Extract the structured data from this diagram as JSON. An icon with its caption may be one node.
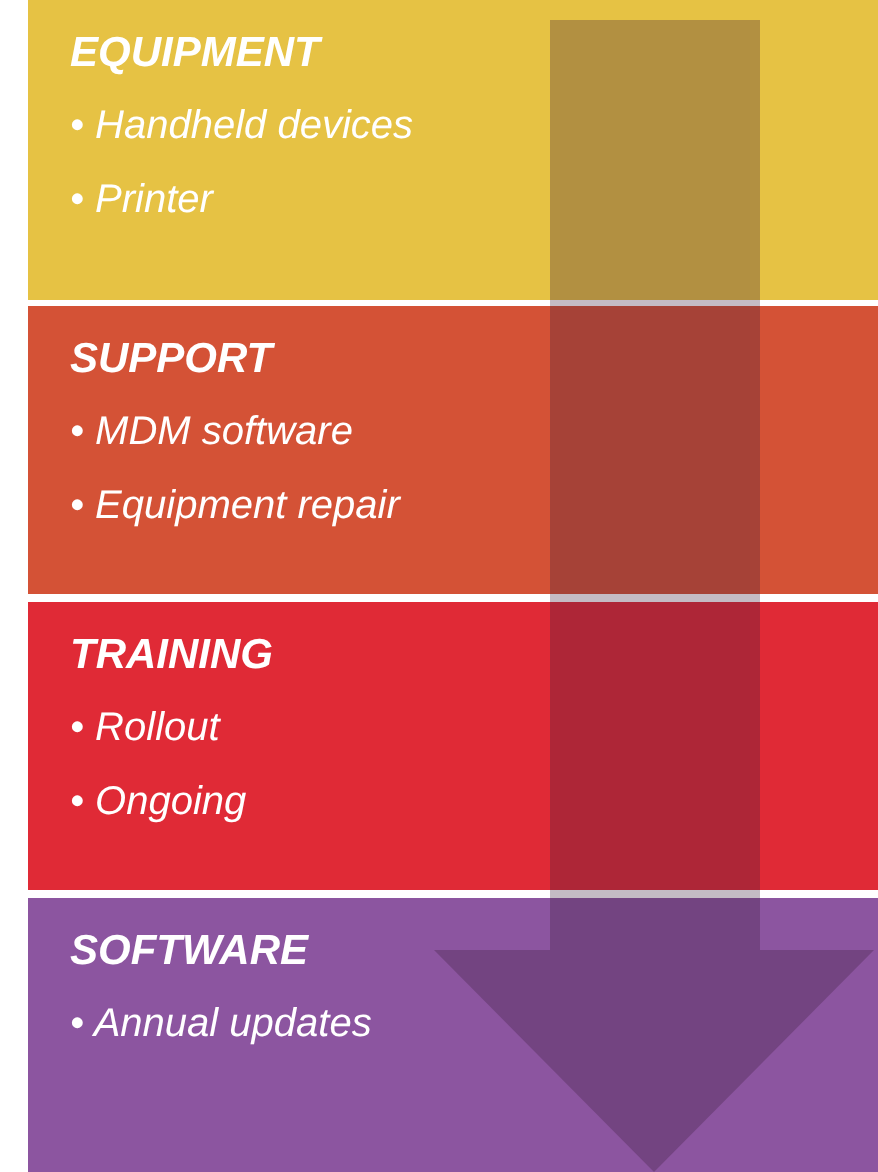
{
  "diagram": {
    "nodes": [
      {
        "text": [
          "EQUIPMENT",
          "• Handheld devices",
          "• Printer"
        ]
      },
      {
        "text": [
          "SUPPORT",
          "• MDM software",
          "• Equipment repair"
        ]
      },
      {
        "text": [
          "TRAINING",
          "• Rollout",
          "• Ongoing"
        ]
      },
      {
        "text": [
          "SOFTWARE",
          "• Annual updates"
        ]
      }
    ],
    "edges": [
      {
        "from": 0,
        "to": 3,
        "arrow": "to"
      }
    ]
  }
}
